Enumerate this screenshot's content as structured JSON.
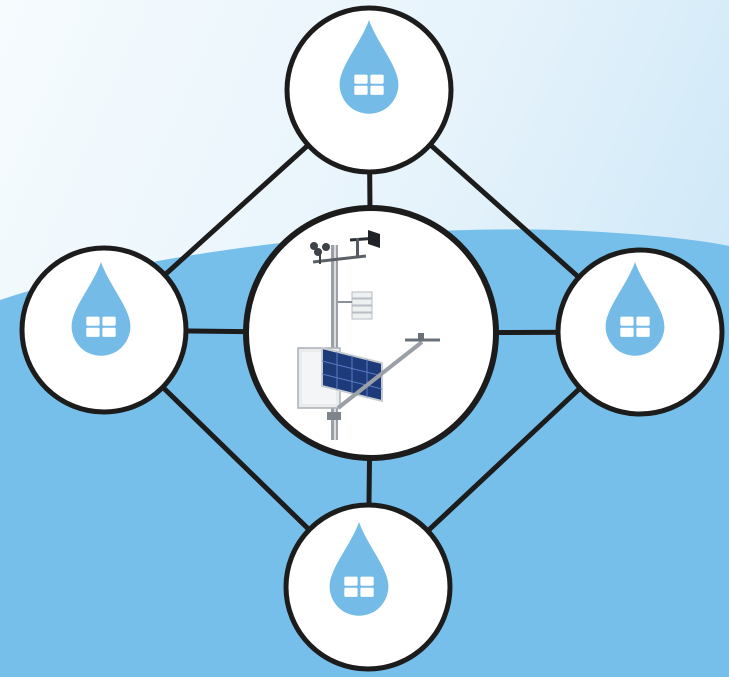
{
  "diagram": {
    "center_node": {
      "icon": "weather-station-icon"
    },
    "satellite_nodes": [
      {
        "id": "top",
        "icon": "water-drop-window-icon"
      },
      {
        "id": "left",
        "icon": "water-drop-window-icon"
      },
      {
        "id": "right",
        "icon": "water-drop-window-icon"
      },
      {
        "id": "bottom",
        "icon": "water-drop-window-icon"
      }
    ],
    "connections": [
      [
        "top",
        "center"
      ],
      [
        "left",
        "center"
      ],
      [
        "right",
        "center"
      ],
      [
        "bottom",
        "center"
      ],
      [
        "top",
        "left"
      ],
      [
        "top",
        "right"
      ],
      [
        "left",
        "bottom"
      ],
      [
        "right",
        "bottom"
      ]
    ]
  },
  "colors": {
    "background_top": "#f4f9fd",
    "background_light": "#d6ecf9",
    "wave_blue": "#77bfeb",
    "drop_blue": "#74bbe8",
    "line": "#1c1c1c",
    "node_fill": "#ffffff"
  }
}
